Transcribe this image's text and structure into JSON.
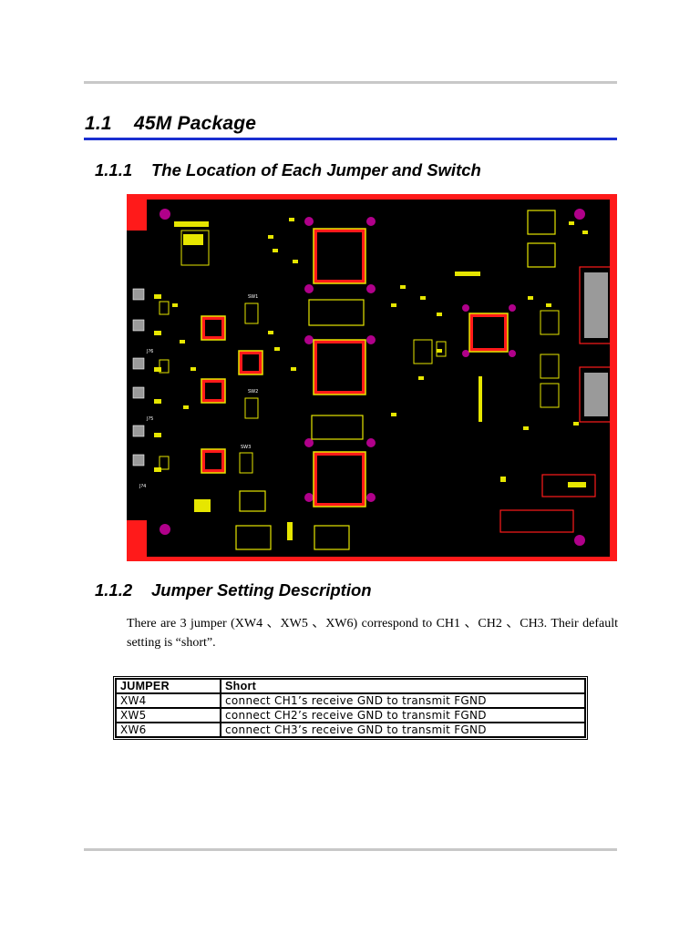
{
  "section": {
    "number": "1.1",
    "title": "45M Package"
  },
  "subsection_location": {
    "number": "1.1.1",
    "title": "The Location of Each Jumper and Switch"
  },
  "subsection_jumper": {
    "number": "1.1.2",
    "title": "Jumper Setting Description"
  },
  "board_labels": {
    "sw1": "SW1",
    "sw2": "SW2",
    "sw3": "SW3",
    "j6": "J?6",
    "j5": "J?5",
    "j4": "J?4"
  },
  "description": "There are 3 jumper (XW4 、XW5 、XW6) correspond to CH1 、CH2 、CH3. Their default setting is “short”.",
  "table": {
    "headers": [
      "JUMPER",
      "Short"
    ],
    "rows": [
      [
        "XW4",
        "connect CH1’s receive GND to transmit FGND"
      ],
      [
        "XW5",
        "connect CH2’s receive GND to transmit FGND"
      ],
      [
        "XW6",
        "connect CH3’s receive GND to transmit FGND"
      ]
    ]
  },
  "colors": {
    "heading_rule": "#1a2fd0",
    "page_rule": "#c8c8c8",
    "pcb_background": "#000000",
    "pcb_border": "#ff1a1a",
    "pcb_traces": "#e6e600"
  }
}
